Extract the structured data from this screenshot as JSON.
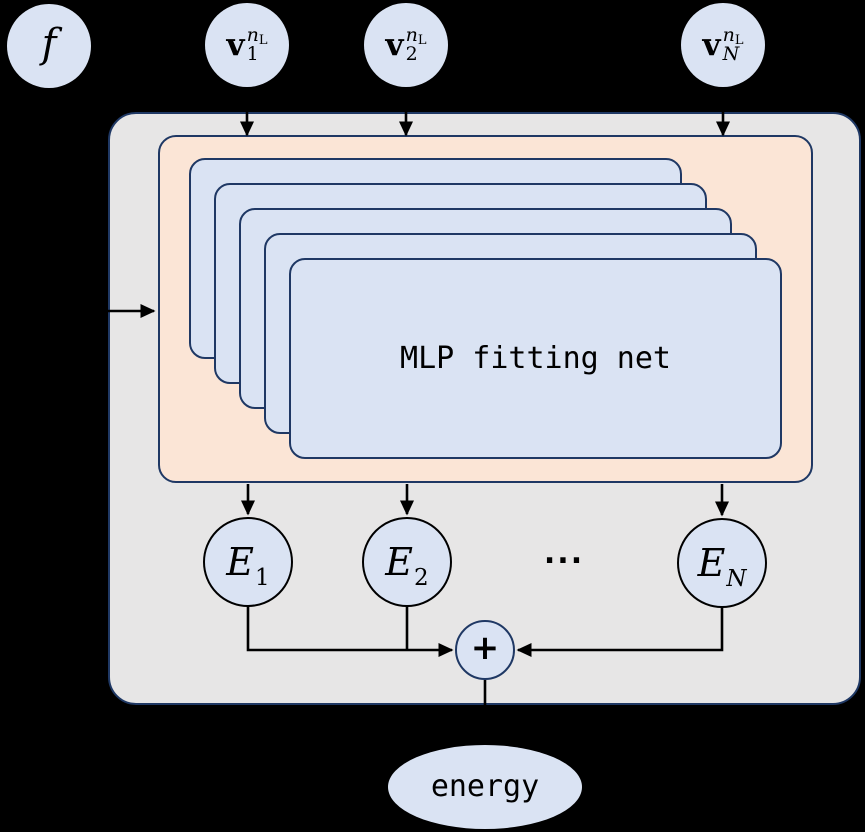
{
  "diagram": {
    "background_color": "#000000",
    "colors": {
      "node_fill": "#dae3f3",
      "outer_panel_fill": "#e7e6e6",
      "stack_panel_fill": "#fbe5d6",
      "panel_border": "#1f3864",
      "energy_circle_border": "#000000",
      "arrow": "#000000"
    },
    "descriptor_node": {
      "label": "f"
    },
    "inputs": [
      {
        "base": "v",
        "sup": "n",
        "sup_sub": "L",
        "sub": "1"
      },
      {
        "base": "v",
        "sup": "n",
        "sup_sub": "L",
        "sub": "2"
      },
      {
        "base": "v",
        "sup": "n",
        "sup_sub": "L",
        "sub": "N"
      }
    ],
    "mlp_box_label": "MLP fitting net",
    "energies": [
      {
        "base": "E",
        "sub": "1"
      },
      {
        "base": "E",
        "sub": "2"
      },
      {
        "base": "E",
        "sub": "N"
      }
    ],
    "dots_label": "...",
    "sum_label": "+",
    "output_label": "energy"
  }
}
